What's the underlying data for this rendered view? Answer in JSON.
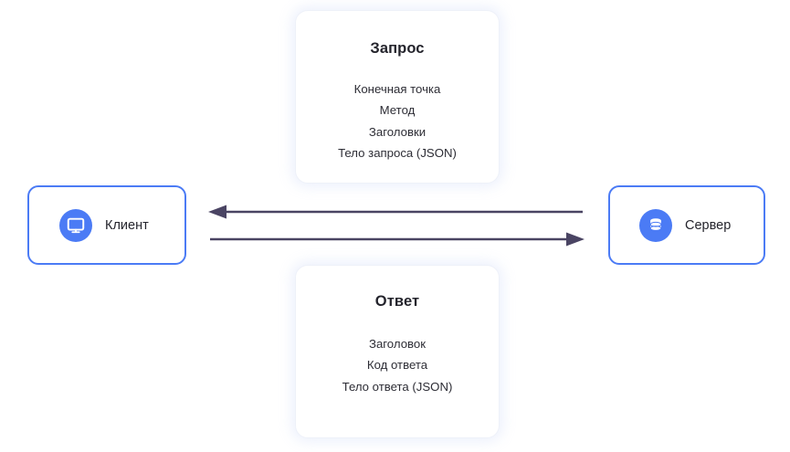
{
  "diagram": {
    "title": "Client-Server Request Response Diagram",
    "colors": {
      "node_border": "#4b7bf5",
      "icon_circle": "#4b7bf5",
      "arrow": "#4a4463",
      "card_border": "#eef1f9",
      "text": "#24242c",
      "background": "#ffffff"
    }
  },
  "cards": {
    "request": {
      "title": "Запрос",
      "items": [
        "Конечная точка",
        "Метод",
        "Заголовки",
        "Тело запроса (JSON)"
      ]
    },
    "response": {
      "title": "Ответ",
      "items": [
        "Заголовок",
        "Код ответа",
        "Тело ответа (JSON)"
      ]
    }
  },
  "nodes": {
    "client": {
      "label": "Клиент",
      "icon": "monitor-icon"
    },
    "server": {
      "label": "Сервер",
      "icon": "database-icon"
    }
  },
  "arrows": {
    "response_arrow": {
      "direction": "left",
      "from": "Сервер",
      "to": "Клиент"
    },
    "request_arrow": {
      "direction": "right",
      "from": "Клиент",
      "to": "Сервер"
    }
  }
}
